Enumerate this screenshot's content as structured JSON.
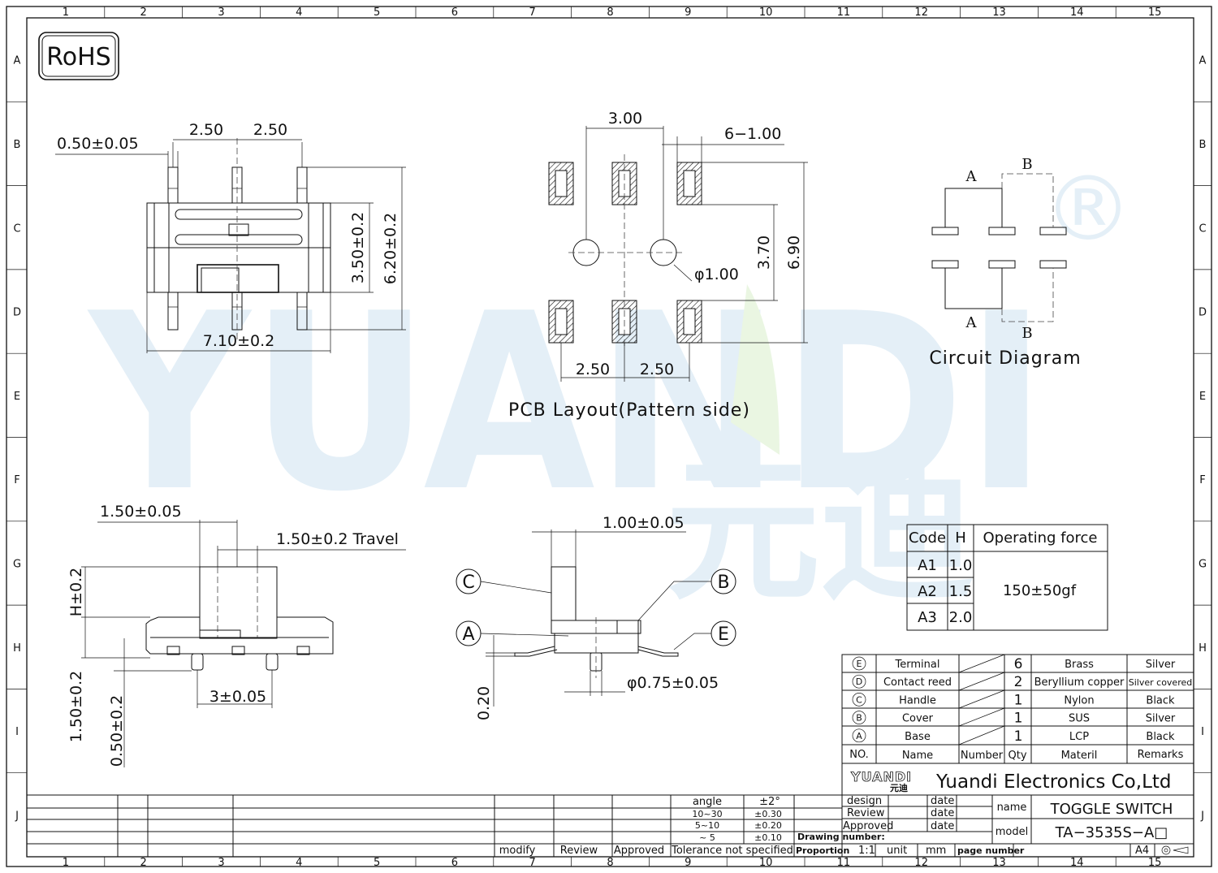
{
  "rohs": "RoHS",
  "watermark": {
    "text": "YUANDI",
    "cn": "元迪",
    "reg": "®"
  },
  "grid": {
    "cols": [
      "1",
      "2",
      "3",
      "4",
      "5",
      "6",
      "7",
      "8",
      "9",
      "10",
      "11",
      "12",
      "13",
      "14",
      "15"
    ],
    "rows": [
      "A",
      "B",
      "C",
      "D",
      "E",
      "F",
      "G",
      "H",
      "I",
      "J"
    ]
  },
  "top_view": {
    "pitch1": "2.50",
    "pitch2": "2.50",
    "pin_width": "0.50±0.05",
    "width": "7.10±0.2",
    "body_height": "3.50±0.2",
    "total_height": "6.20±0.2"
  },
  "pcb": {
    "spacing_top": "3.00",
    "pads": "6−1.00",
    "hole_dia": "φ1.00",
    "v1": "3.70",
    "v2": "6.90",
    "pitch1": "2.50",
    "pitch2": "2.50",
    "title": "PCB Layout(Pattern side)"
  },
  "circuit": {
    "title": "Circuit Diagram",
    "a_top": "A",
    "b_top": "B",
    "a_bot": "A",
    "b_bot": "B"
  },
  "side_view": {
    "handle": "1.50±0.05",
    "travel": "1.50±0.2 Travel",
    "h": "H±0.2",
    "body": "1.50±0.2",
    "standoff": "0.50±0.2",
    "post_spacing": "3±0.05"
  },
  "end_view": {
    "handle_w": "1.00±0.05",
    "thickness": "0.20",
    "post_dia": "φ0.75±0.05",
    "callouts": [
      "C",
      "B",
      "A",
      "E"
    ]
  },
  "force_table": {
    "headers": [
      "Code",
      "H",
      "Operating force"
    ],
    "rows": [
      [
        "A1",
        "1.0"
      ],
      [
        "A2",
        "1.5"
      ],
      [
        "A3",
        "2.0"
      ]
    ],
    "force": "150±50gf"
  },
  "bom": {
    "rows": [
      {
        "no": "E",
        "name": "Terminal",
        "qty": "6",
        "material": "Brass",
        "remarks": "Silver"
      },
      {
        "no": "D",
        "name": "Contact reed",
        "qty": "2",
        "material": "Beryllium copper",
        "remarks": "Silver covered"
      },
      {
        "no": "C",
        "name": "Handle",
        "qty": "1",
        "material": "Nylon",
        "remarks": "Black"
      },
      {
        "no": "B",
        "name": "Cover",
        "qty": "1",
        "material": "SUS",
        "remarks": "Silver"
      },
      {
        "no": "A",
        "name": "Base",
        "qty": "1",
        "material": "LCP",
        "remarks": "Black"
      }
    ],
    "headers": [
      "NO.",
      "Name",
      "Number",
      "Qty",
      "Materil",
      "Remarks"
    ]
  },
  "title_block": {
    "logo": "YUANDI",
    "logo_cn": "元迪",
    "company": "Yuandi Electronics Co,Ltd",
    "design": "design",
    "review": "Review",
    "approved": "Approved",
    "date": "date",
    "name_label": "name",
    "name_value": "TOGGLE SWITCH",
    "model_label": "model",
    "model_value": "TA−3535S−A□",
    "drawing_number": "Drawing number:",
    "proportion": "Proportion",
    "scale": "1:1",
    "unit": "unit",
    "mm": "mm",
    "page_number": "page number",
    "size": "A4",
    "tolerance": [
      [
        "angle",
        "±2°"
      ],
      [
        "10~30",
        "±0.30"
      ],
      [
        "5~10",
        "±0.20"
      ],
      [
        "~ 5",
        "±0.10"
      ]
    ],
    "tol_note": "Tolerance not specified",
    "modify": "modify",
    "rev": "Review",
    "appr": "Approved"
  }
}
